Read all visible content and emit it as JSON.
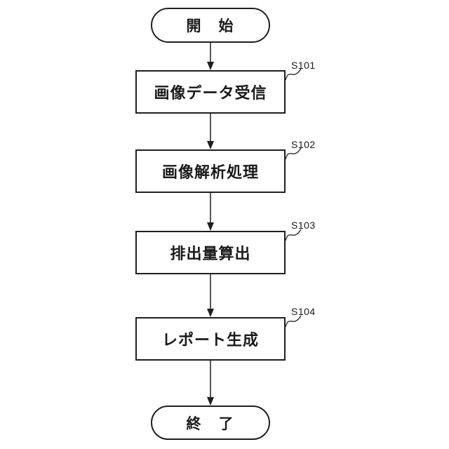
{
  "diagram": {
    "type": "flowchart",
    "background_color": "#ffffff",
    "line_color": "#1f1f1f",
    "start_label": "開　始",
    "end_label": "終　了",
    "steps": [
      {
        "id": "S101",
        "label": "画像データ受信"
      },
      {
        "id": "S102",
        "label": "画像解析処理"
      },
      {
        "id": "S103",
        "label": "排出量算出"
      },
      {
        "id": "S104",
        "label": "レポート生成"
      }
    ]
  }
}
